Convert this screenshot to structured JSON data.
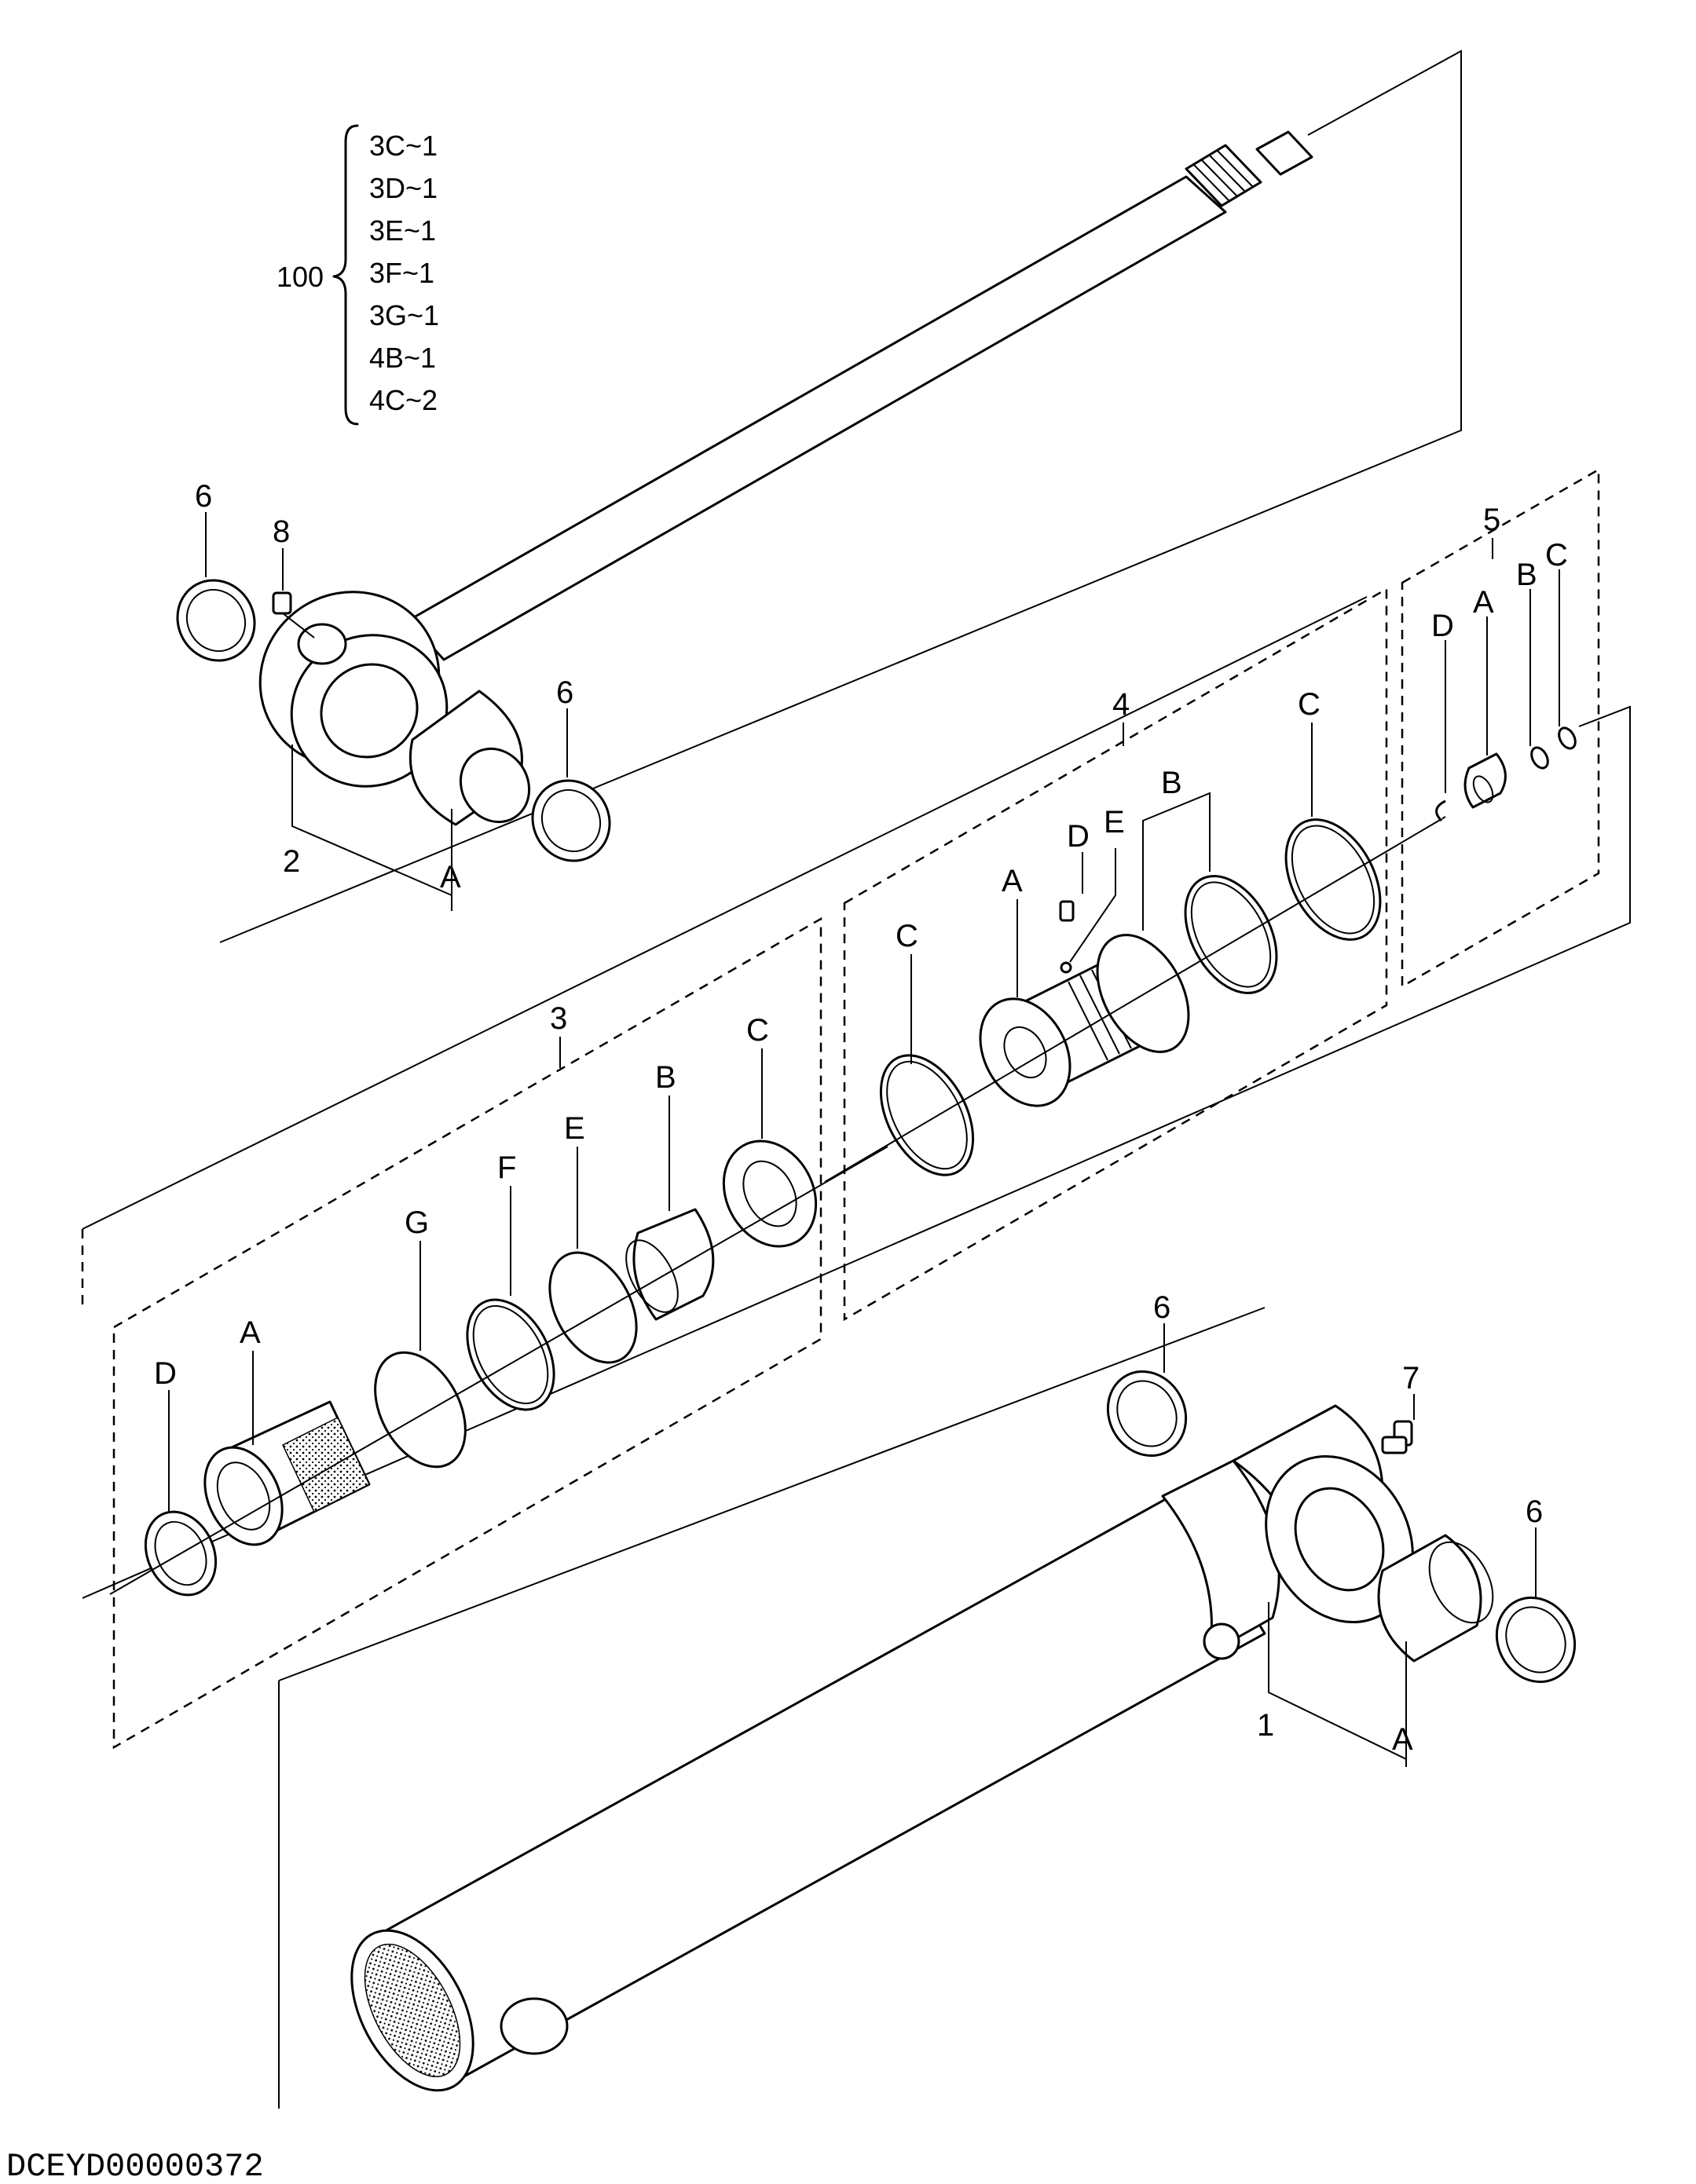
{
  "diagram": {
    "assembly_ref": "100",
    "assembly_parts": [
      "3C~1",
      "3D~1",
      "3E~1",
      "3F~1",
      "3G~1",
      "4B~1",
      "4C~2"
    ],
    "callouts": {
      "rod_eye_bushing": "A",
      "rod_assembly": "2",
      "rod_seal_left": "6",
      "rod_seal_right": "6",
      "rod_grease": "8",
      "head_kit": "3",
      "head_A": "A",
      "head_B": "B",
      "head_C": "C",
      "head_D": "D",
      "head_E": "E",
      "head_F": "F",
      "head_G": "G",
      "piston_kit": "4",
      "piston_A": "A",
      "piston_B": "B",
      "piston_C_left": "C",
      "piston_C_right": "C",
      "piston_D": "D",
      "piston_E": "E",
      "cushion_kit": "5",
      "cushion_A": "A",
      "cushion_B": "B",
      "cushion_C": "C",
      "cushion_D": "D",
      "tube_assembly": "1",
      "tube_bushing": "A",
      "tube_seal_top": "6",
      "tube_seal_right": "6",
      "tube_grease": "7"
    },
    "drawing_code": "DCEYD00000372"
  }
}
